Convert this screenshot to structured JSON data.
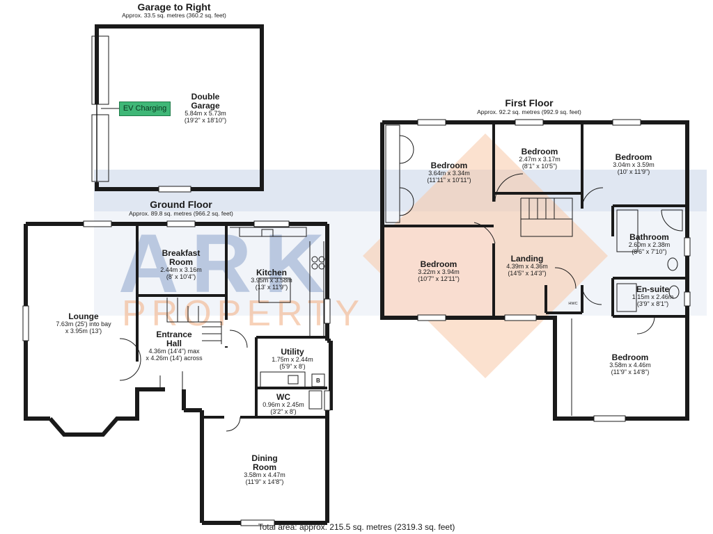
{
  "colors": {
    "wall": "#1a1a1a",
    "watermark_blue": "#8ea5cc",
    "watermark_orange": "#f3b48a",
    "highlight_room": "#f9ddd0",
    "ev_green": "#3fb777"
  },
  "watermark": {
    "line1": "ARK",
    "line2": "PROPERTY"
  },
  "garage": {
    "title": "Garage to Right",
    "area": "Approx. 33.5 sq. metres (360.2 sq. feet)",
    "rooms": [
      {
        "name": "Double\nGarage",
        "dims": "5.84m x 5.73m\n(19'2\" x 18'10\")"
      }
    ],
    "ev_label": "EV Charging"
  },
  "ground_floor": {
    "title": "Ground Floor",
    "area": "Approx. 89.8 sq. metres (966.2 sq. feet)",
    "rooms": [
      {
        "name": "Breakfast\nRoom",
        "dims": "2.44m x 3.16m\n(8' x 10'4\")"
      },
      {
        "name": "Kitchen",
        "dims": "3.95m x 3.58m\n(13' x 11'9\")"
      },
      {
        "name": "Lounge",
        "dims": "7.63m (25') into bay\nx 3.95m (13')"
      },
      {
        "name": "Entrance\nHall",
        "dims": "4.36m (14'4\") max\nx 4.26m (14') across"
      },
      {
        "name": "Utility",
        "dims": "1.75m x 2.44m\n(5'9\" x 8')"
      },
      {
        "name": "WC",
        "dims": "0.96m x 2.45m\n(3'2\" x 8')"
      },
      {
        "name": "Dining\nRoom",
        "dims": "3.58m x 4.47m\n(11'9\" x 14'8\")"
      }
    ],
    "marks": {
      "boiler": "B"
    }
  },
  "first_floor": {
    "title": "First Floor",
    "area": "Approx. 92.2 sq. metres (992.9 sq. feet)",
    "rooms": [
      {
        "name": "Bedroom",
        "dims": "3.64m x 3.34m\n(11'11\" x 10'11\")"
      },
      {
        "name": "Bedroom",
        "dims": "2.47m x 3.17m\n(8'1\" x 10'5\")"
      },
      {
        "name": "Bedroom",
        "dims": "3.04m x 3.59m\n(10' x 11'9\")"
      },
      {
        "name": "Bathroom",
        "dims": "2.60m x 2.38m\n(8'6\" x 7'10\")"
      },
      {
        "name": "Bedroom",
        "dims": "3.22m x 3.94m\n(10'7\" x 12'11\")"
      },
      {
        "name": "Landing",
        "dims": "4.39m x 4.36m\n(14'5\" x 14'3\")"
      },
      {
        "name": "En-suite",
        "dims": "1.15m x 2.46m\n(3'9\" x 8'1\")"
      },
      {
        "name": "Bedroom",
        "dims": "3.58m x 4.46m\n(11'9\" x 14'8\")"
      }
    ],
    "marks": {
      "hot_water_cylinder": "HWC"
    }
  },
  "total_area": "Total area: approx. 215.5 sq. metres (2319.3 sq. feet)"
}
